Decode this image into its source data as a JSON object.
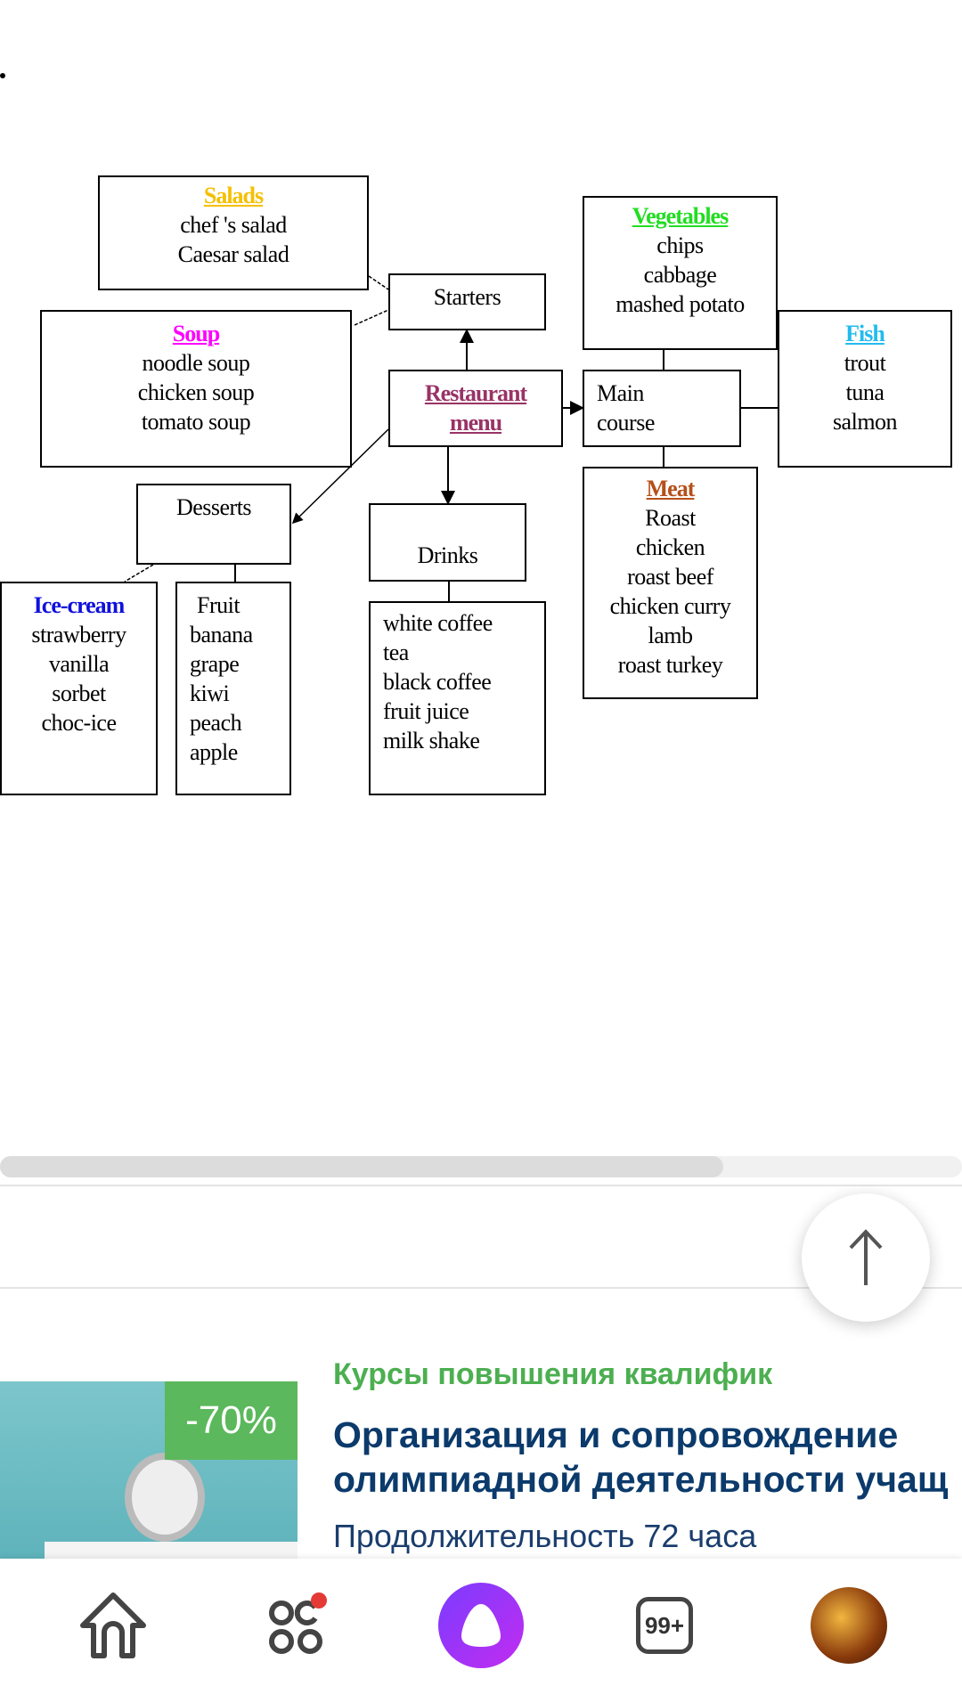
{
  "diagram": {
    "salads": {
      "title": "Salads",
      "items": [
        "chef 's salad",
        "Caesar salad"
      ],
      "color": "#f5c000"
    },
    "starters": "Starters",
    "soup": {
      "title": "Soup",
      "items": [
        "noodle soup",
        "chicken soup",
        "tomato soup"
      ],
      "color": "#ff00ff"
    },
    "vegetables": {
      "title": "Vegetables",
      "items": [
        "chips",
        "cabbage",
        "mashed potato"
      ],
      "color": "#22dd22"
    },
    "fish": {
      "title": "Fish",
      "items": [
        "trout",
        "tuna",
        "salmon"
      ],
      "color": "#22bbee"
    },
    "restaurant": {
      "line1": "Restaurant",
      "line2": "menu",
      "color": "#993366"
    },
    "main_course": {
      "line1": "Main",
      "line2": "course"
    },
    "meat": {
      "title": "Meat",
      "items": [
        "Roast",
        "chicken",
        "roast beef",
        "chicken curry",
        "lamb",
        "roast turkey"
      ],
      "color": "#b5501a"
    },
    "desserts": "Desserts",
    "drinks": {
      "title": "Drinks",
      "items": [
        "white coffee",
        "tea",
        "black coffee",
        "fruit juice",
        "milk shake"
      ]
    },
    "ice_cream": {
      "title": "Ice-cream",
      "items": [
        "strawberry",
        "vanilla",
        "sorbet",
        "choc-ice"
      ],
      "color": "#1010dd"
    },
    "fruit": {
      "title": "Fruit",
      "items": [
        "banana",
        "grape",
        "kiwi",
        "peach",
        "apple"
      ]
    }
  },
  "ad": {
    "category": "Курсы повышения квалифик",
    "title_line1": "Организация и сопровождение",
    "title_line2": "олимпиадной деятельности учащ",
    "duration": "Продолжительность 72 часа",
    "badge": "-70%"
  },
  "nav": {
    "items": [
      {
        "icon": "home-icon"
      },
      {
        "icon": "services-icon",
        "notification": true
      },
      {
        "icon": "alice-icon"
      },
      {
        "icon": "tabs-icon",
        "label": "99+"
      },
      {
        "icon": "avatar"
      }
    ]
  }
}
